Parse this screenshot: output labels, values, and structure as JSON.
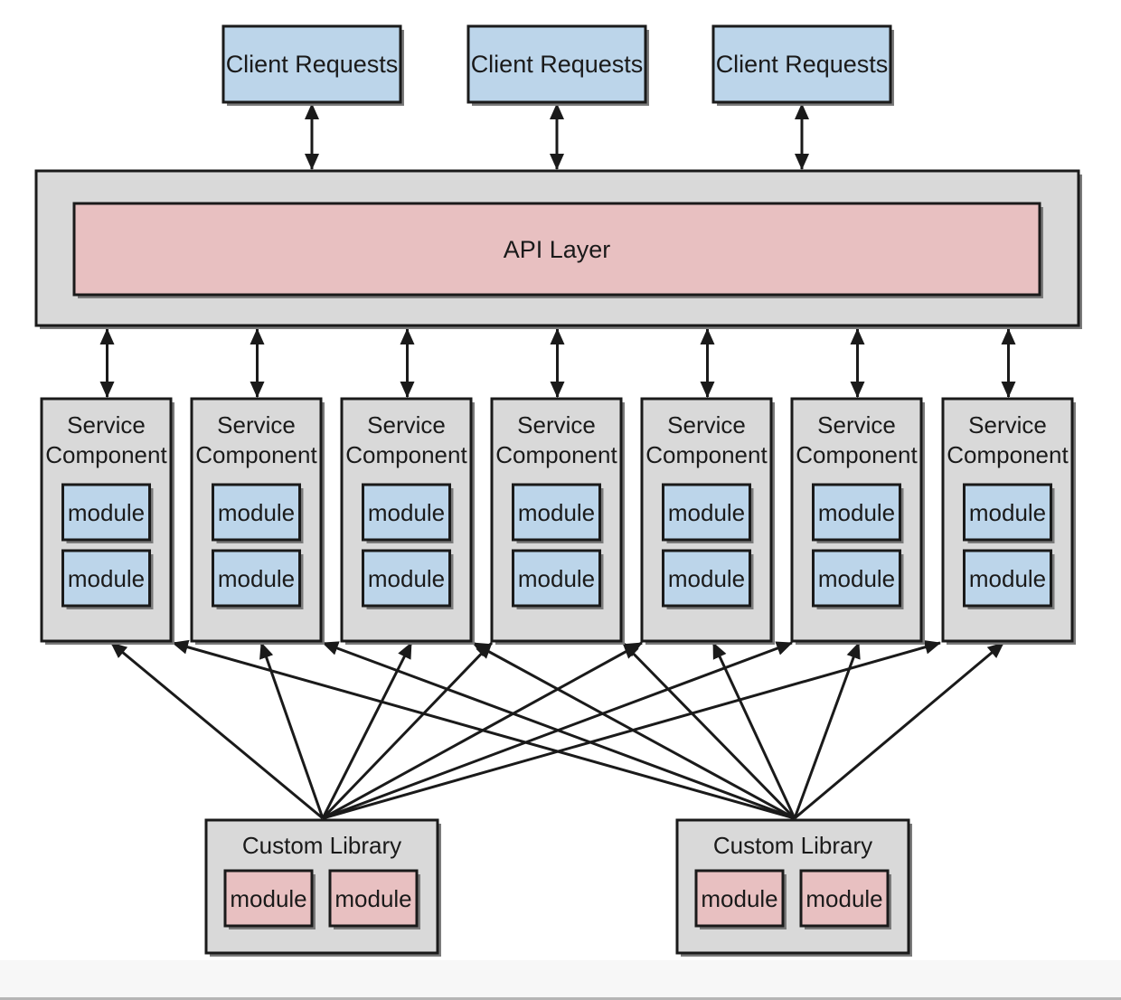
{
  "colors": {
    "client_fill": "#bcd5ea",
    "api_outer_fill": "#d9d9d9",
    "api_inner_fill": "#e8c0c1",
    "service_fill": "#d9d9d9",
    "module_blue": "#bcd5ea",
    "module_pink": "#e8c0c1",
    "library_fill": "#d9d9d9",
    "stroke": "#1a1a1a",
    "shadow": "#7a7a7a"
  },
  "client_requests": [
    {
      "label": "Client Requests"
    },
    {
      "label": "Client Requests"
    },
    {
      "label": "Client Requests"
    }
  ],
  "api_layer": {
    "label": "API Layer"
  },
  "service_components": [
    {
      "line1": "Service",
      "line2": "Component",
      "modules": [
        "module",
        "module"
      ]
    },
    {
      "line1": "Service",
      "line2": "Component",
      "modules": [
        "module",
        "module"
      ]
    },
    {
      "line1": "Service",
      "line2": "Component",
      "modules": [
        "module",
        "module"
      ]
    },
    {
      "line1": "Service",
      "line2": "Component",
      "modules": [
        "module",
        "module"
      ]
    },
    {
      "line1": "Service",
      "line2": "Component",
      "modules": [
        "module",
        "module"
      ]
    },
    {
      "line1": "Service",
      "line2": "Component",
      "modules": [
        "module",
        "module"
      ]
    },
    {
      "line1": "Service",
      "line2": "Component",
      "modules": [
        "module",
        "module"
      ]
    }
  ],
  "custom_libraries": [
    {
      "label": "Custom Library",
      "modules": [
        "module",
        "module"
      ]
    },
    {
      "label": "Custom Library",
      "modules": [
        "module",
        "module"
      ]
    }
  ]
}
